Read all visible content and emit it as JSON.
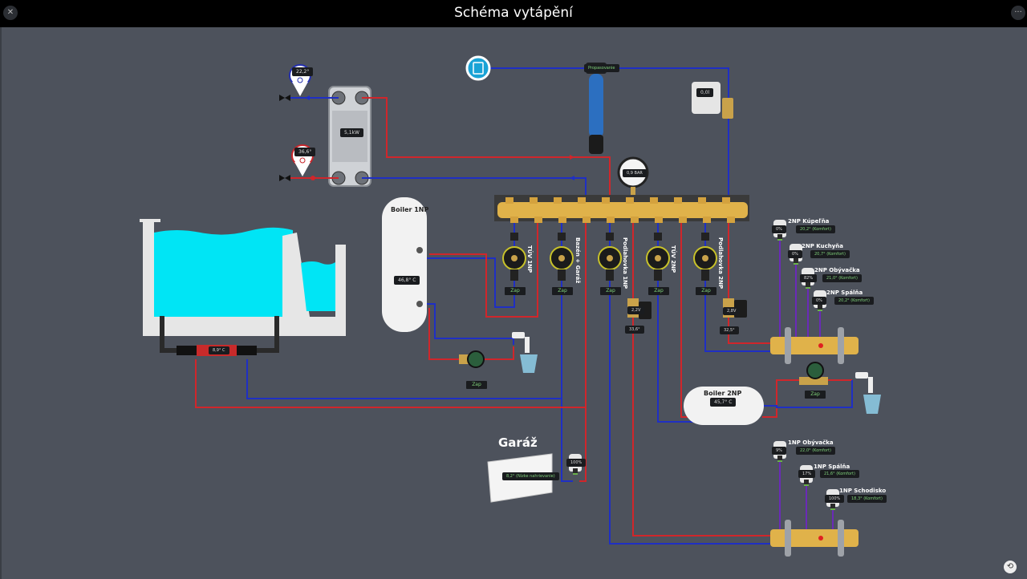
{
  "header": {
    "title": "Schéma vytápění",
    "close_icon": "close-icon",
    "more_icon": "more-icon"
  },
  "colors": {
    "background": "#4d525c",
    "supply_pipe": "#d0262b",
    "return_pipe": "#1f2fc4",
    "pool_water": "#00e5f5",
    "brass": "#e0b24a",
    "status_text": "#7fd07a"
  },
  "heat_exchanger": {
    "power": "5,1kW",
    "sensor_cold": "22,2°",
    "sensor_hot": "36,6°"
  },
  "water_source": {
    "icon": "water-glass-icon"
  },
  "softener_filter": {
    "label": "Propasovanie"
  },
  "flow_meter": {
    "value": "0,0l"
  },
  "pressure_gauge": {
    "value": "0,9 BAR"
  },
  "pool": {
    "heater_temp": "8,9° C"
  },
  "boiler_1np": {
    "title": "Boiler 1NP",
    "temp": "46,8° C",
    "circulation_status": "Zap"
  },
  "boiler_2np": {
    "title": "Boiler 2NP",
    "temp": "45,7° C",
    "circulation_status": "Zap"
  },
  "pumps": [
    {
      "name": "TÚV 1NP",
      "status": "Zap"
    },
    {
      "name": "Bazén + Garáž",
      "status": "Zap"
    },
    {
      "name": "Podlahovka 1NP",
      "status": "Zap"
    },
    {
      "name": "TÚV 2NP",
      "status": "Zap"
    },
    {
      "name": "Podlahovka 2NP",
      "status": "Zap"
    }
  ],
  "mixing_valves": [
    {
      "voltage": "2,2V",
      "temp": "33,6°"
    },
    {
      "voltage": "2,8V",
      "temp": "32,5°"
    }
  ],
  "garage": {
    "title": "Garáž",
    "radiator_temp": "8,2° (Nízke nahrievanie)",
    "valve": "100%"
  },
  "rooms_2np": [
    {
      "name": "2NP Kúpeľňa",
      "valve": "0%",
      "temp": "20,2° (Komfort)"
    },
    {
      "name": "2NP Kuchyňa",
      "valve": "0%",
      "temp": "20,7° (Komfort)"
    },
    {
      "name": "2NP Obývačka",
      "valve": "82%",
      "temp": "21,0° (Komfort)"
    },
    {
      "name": "2NP Spálňa",
      "valve": "0%",
      "temp": "20,2° (Komfort)"
    }
  ],
  "rooms_1np": [
    {
      "name": "1NP Obývačka",
      "valve": "9%",
      "temp": "22,0° (Komfort)"
    },
    {
      "name": "1NP Spálňa",
      "valve": "17%",
      "temp": "21,6° (Komfort)"
    },
    {
      "name": "1NP Schodisko",
      "valve": "100%",
      "temp": "18,3° (Komfort)"
    }
  ],
  "footer": {
    "reset_icon": "refresh-icon"
  }
}
